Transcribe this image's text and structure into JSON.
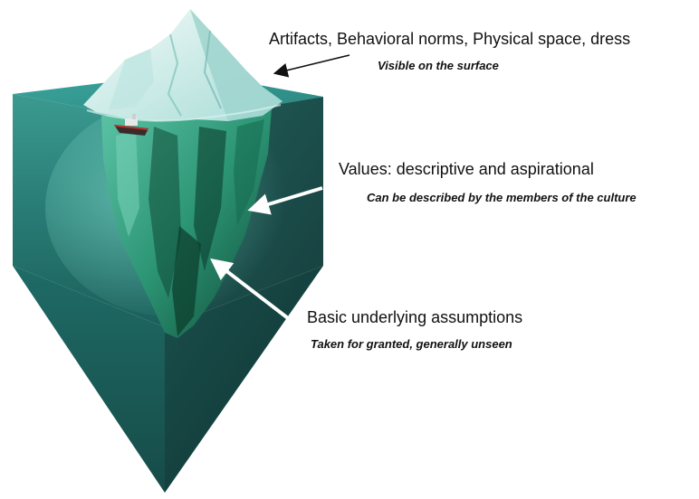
{
  "layers": [
    {
      "title": "Artifacts, Behavioral norms, Physical space, dress",
      "subtitle": "Visible on the surface"
    },
    {
      "title": "Values: descriptive and aspirational",
      "subtitle": "Can be described by the members of the culture"
    },
    {
      "title": "Basic underlying assumptions",
      "subtitle": "Taken for granted, generally unseen"
    }
  ],
  "colors": {
    "water_front": "#1f6f6b",
    "water_side": "#1a5552",
    "water_top": "#2e8a84",
    "ice_light": "#e6f6f4",
    "ice_shadow": "#9fd3ce",
    "underwater_ice": "#2f9a78",
    "underwater_dark": "#0f4f3a",
    "arrow_surface": "#111111",
    "arrow_underwater": "#ffffff"
  }
}
